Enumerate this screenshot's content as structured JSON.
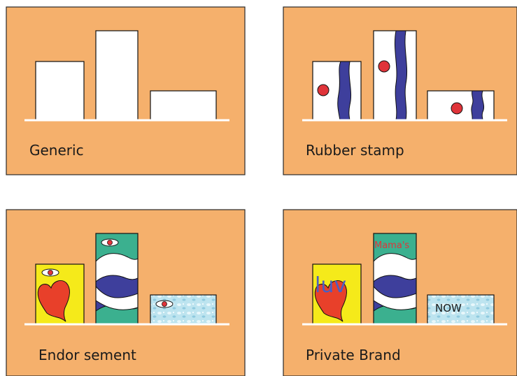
{
  "panels": [
    {
      "id": "generic",
      "caption": "Generic"
    },
    {
      "id": "rubber-stamp",
      "caption": "Rubber stamp"
    },
    {
      "id": "endorsement",
      "caption": "Endor sement"
    },
    {
      "id": "private-brand",
      "caption": "Private Brand",
      "labels": {
        "tall_box": "Mama's",
        "short_box": "luv",
        "wide_box": "NOW"
      }
    }
  ],
  "colors": {
    "panel_bg": "#f5b06c",
    "box": "#ffffff",
    "stripe_blue": "#3e3f9c",
    "dot_red": "#e0343a",
    "teal": "#3bb08f",
    "yellow": "#f5ea1a",
    "heart_red": "#e8402a",
    "ice": "#b9e3ee"
  }
}
